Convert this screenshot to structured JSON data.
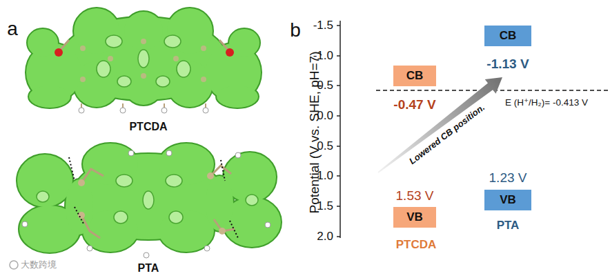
{
  "diagram": {
    "nodes": [
      {
        "text": [
          "CB"
        ]
      },
      {
        "text": [
          "VB"
        ]
      },
      {
        "text": [
          "CB"
        ]
      },
      {
        "text": [
          "VB"
        ]
      }
    ],
    "labels": [
      "a",
      "b",
      "PTCDA",
      "PTA",
      "Potential (V vs. SHE, pH=7)",
      "-1.5",
      "-1.0",
      "-0.5",
      "0.0",
      "0.5",
      "1.0",
      "1.5",
      "2.0",
      "-0.47 V",
      "1.53 V",
      "PTCDA",
      "-1.13 V",
      "1.23 V",
      "PTA",
      "E (H⁺/H₂)= -0.413 V",
      "Lowered CB position.",
      "大数跨境"
    ]
  }
}
